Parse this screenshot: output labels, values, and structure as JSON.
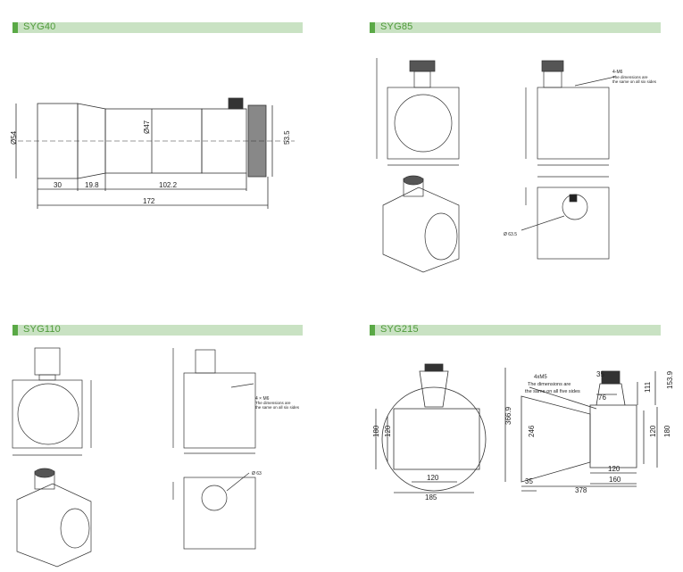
{
  "panels": [
    {
      "title": "SYG40",
      "dims": {
        "d54": "Ø54",
        "d47": "Ø47",
        "h53": "53.5",
        "l30": "30",
        "l19": "19.8",
        "l102": "102.2",
        "l172": "172"
      }
    },
    {
      "title": "SYG85",
      "dims": {
        "note": "4-M6",
        "note2": "The dimensions are",
        "note3": "the same on all six sides",
        "d": "Ø 63.5"
      }
    },
    {
      "title": "SYG110",
      "dims": {
        "note": "4 × M6",
        "note2": "The dimensions are",
        "note3": "the same on all six sides",
        "d": "Ø 63"
      }
    },
    {
      "title": "SYG215",
      "dims": {
        "note1": "4xM5",
        "note2": "The dimensions are",
        "note3": "the same on all five sides",
        "d76": "76",
        "d246": "246",
        "v366": "366.9",
        "v111": "111",
        "v153": "153.9",
        "v120a": "120",
        "v180a": "180",
        "h35a": "35",
        "h120a": "120",
        "h160": "160",
        "h378": "378",
        "h35b": "35",
        "l180": "180",
        "l120": "120",
        "b120": "120",
        "b185": "185"
      }
    }
  ]
}
